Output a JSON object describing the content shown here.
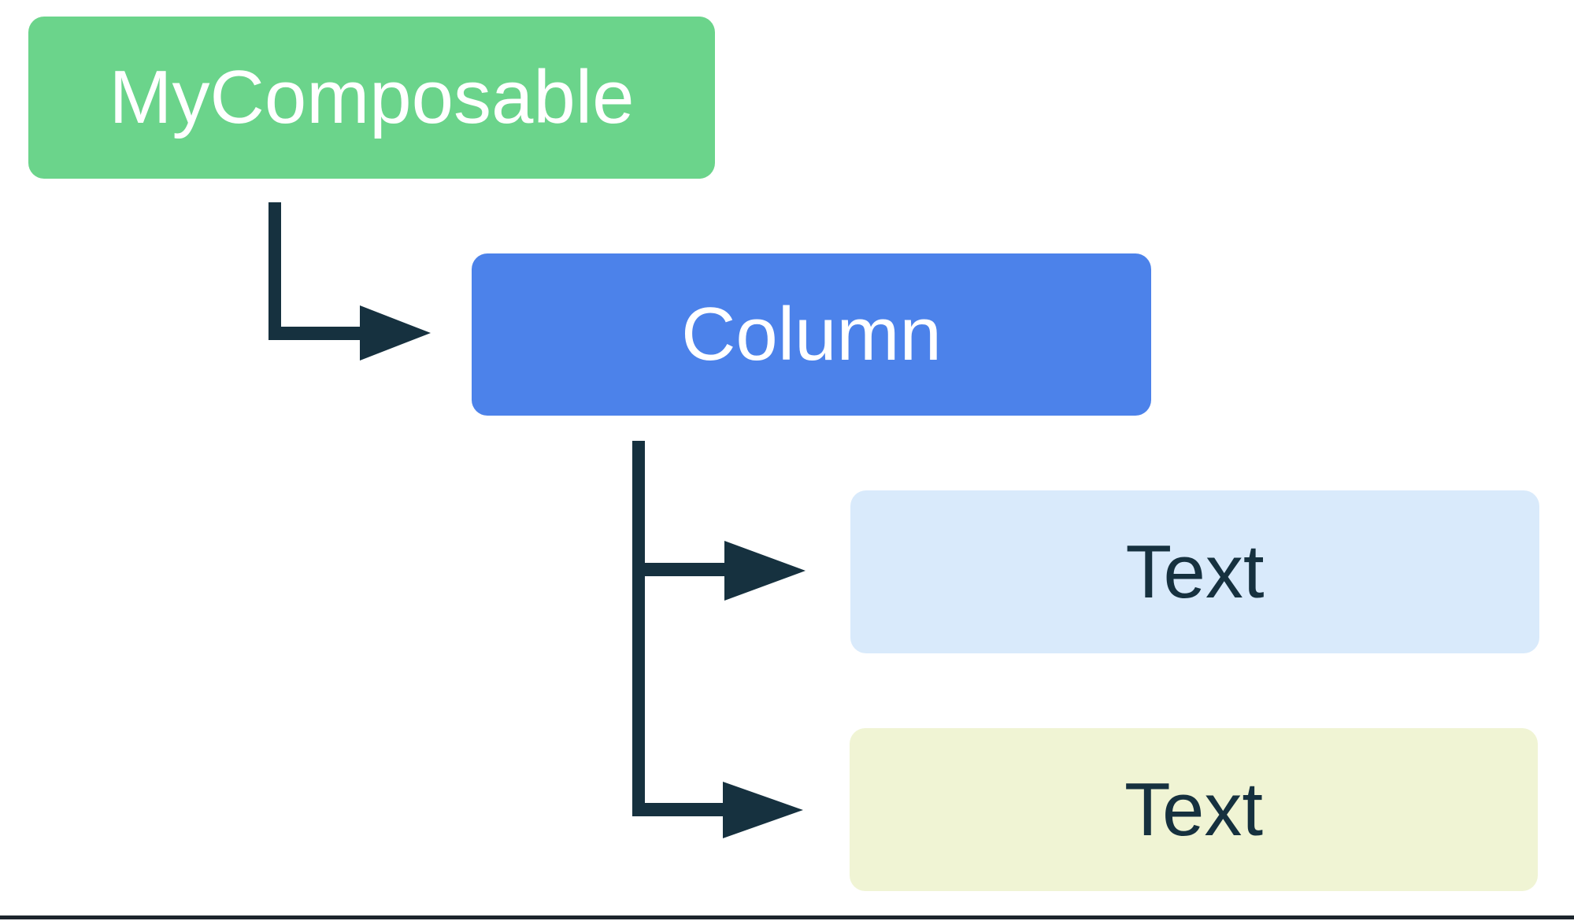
{
  "diagram": {
    "background": "#ffffff",
    "arrow_color": "#16313f",
    "bottom_border_color": "#1c252c",
    "nodes": [
      {
        "id": "mycomposable",
        "label": "MyComposable",
        "fill": "#6bd48b",
        "text_color": "#ffffff"
      },
      {
        "id": "column",
        "label": "Column",
        "fill": "#4c82ea",
        "text_color": "#ffffff"
      },
      {
        "id": "text-1",
        "label": "Text",
        "fill": "#d9eafb",
        "text_color": "#16313f"
      },
      {
        "id": "text-2",
        "label": "Text",
        "fill": "#f0f4d4",
        "text_color": "#16313f"
      }
    ],
    "hierarchy": {
      "root": "MyComposable",
      "edges": [
        {
          "from": "MyComposable",
          "to": "Column"
        },
        {
          "from": "Column",
          "to": "Text"
        },
        {
          "from": "Column",
          "to": "Text"
        }
      ]
    }
  }
}
